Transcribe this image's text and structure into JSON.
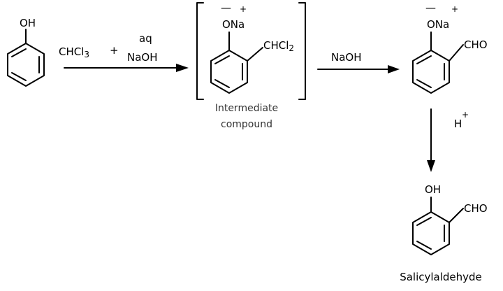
{
  "phenol": {
    "oh": "OH"
  },
  "reagents_step1": {
    "chcl3": "CHCl",
    "chcl3_sub": "3",
    "plus": "+",
    "aq": "aq",
    "naoh": "NaOH"
  },
  "intermediate": {
    "ona": "ONa",
    "minus": "—",
    "plus": "+",
    "chcl2": "CHCl",
    "chcl2_sub": "2",
    "caption_line1": "Intermediate",
    "caption_line2": "compound"
  },
  "reagents_step2": {
    "naoh": "NaOH"
  },
  "sodium_salicylaldehyde": {
    "ona": "ONa",
    "minus": "—",
    "plus": "+",
    "cho": "CHO"
  },
  "reagents_step3": {
    "h": "H",
    "plus": "+"
  },
  "product": {
    "oh": "OH",
    "cho": "CHO",
    "name": "Salicylaldehyde"
  }
}
